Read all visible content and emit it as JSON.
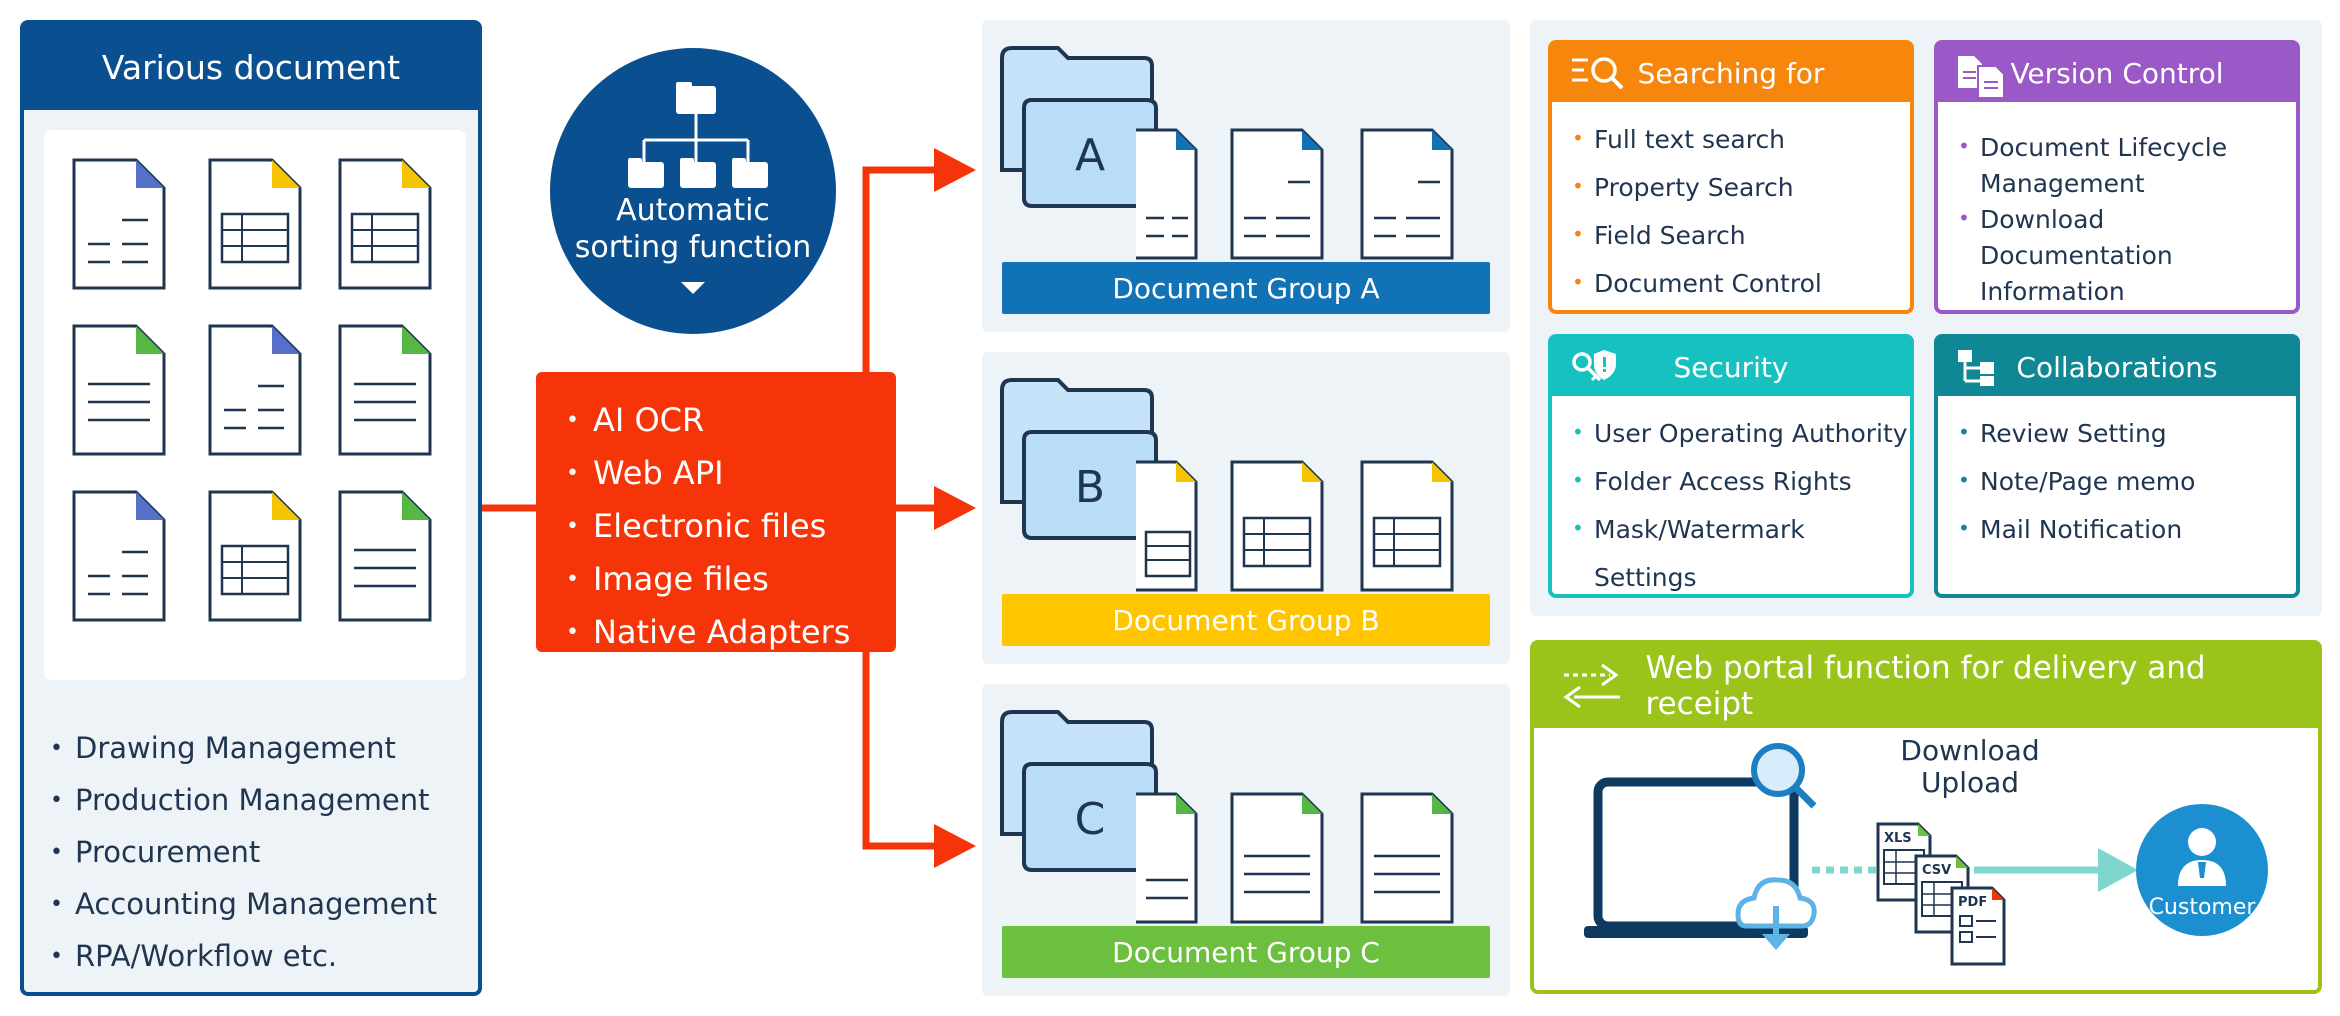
{
  "left_panel": {
    "title": "Various document",
    "items": [
      "Drawing Management",
      "Production Management",
      "Procurement",
      "Accounting Management",
      "RPA/Workflow etc."
    ]
  },
  "sorting": {
    "line1": "Automatic",
    "line2": "sorting function"
  },
  "inputs": {
    "items": [
      "AI OCR",
      "Web API",
      "Electronic files",
      "Image files",
      "Native Adapters"
    ]
  },
  "groups": [
    {
      "letter": "A",
      "label": "Document Group A",
      "color": "#1272b6"
    },
    {
      "letter": "B",
      "label": "Document Group B",
      "color": "#ffc600"
    },
    {
      "letter": "C",
      "label": "Document Group C",
      "color": "#6cbf3f"
    }
  ],
  "features": {
    "searching": {
      "title": "Searching for",
      "color": "#f7860c",
      "items": [
        "Full text search",
        "Property Search",
        "Field Search",
        "Document Control"
      ]
    },
    "version": {
      "title": "Version Control",
      "color": "#9b59c8",
      "items": [
        "Document Lifecycle Management",
        "Download Documentation Information"
      ]
    },
    "security": {
      "title": "Security",
      "color": "#16c1c0",
      "items": [
        "User Operating Authority",
        "Folder Access Rights",
        "Mask/Watermark Settings"
      ]
    },
    "collab": {
      "title": "Collaborations",
      "color": "#0f8795",
      "items": [
        "Review Setting",
        "Note/Page memo",
        "Mail Notification"
      ]
    }
  },
  "portal": {
    "title": "Web portal function for delivery and receipt",
    "action_line1": "Download",
    "action_line2": "Upload",
    "file_types": [
      "XLS",
      "CSV",
      "PDF"
    ],
    "customer": "Customer",
    "color": "#9bc41a"
  },
  "colors": {
    "navy": "#0a4f8f",
    "red": "#f5340a",
    "doc_blue": "#5570c8",
    "doc_yellow": "#f5c400",
    "doc_green": "#55b845"
  }
}
